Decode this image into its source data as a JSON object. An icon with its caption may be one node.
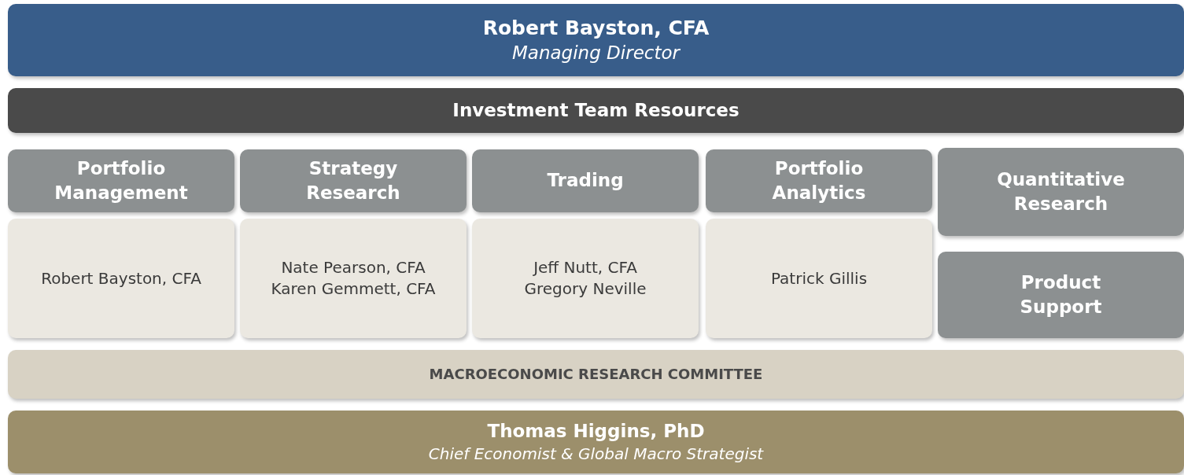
{
  "diagram": {
    "nodes": [
      {
        "text": [
          "Robert Bayston, CFA",
          "Managing Director"
        ]
      },
      {
        "text": [
          "Investment Team Resources"
        ]
      },
      {
        "text": [
          "Portfolio Management"
        ]
      },
      {
        "text": [
          "Robert Bayston, CFA"
        ]
      },
      {
        "text": [
          "Strategy Research"
        ]
      },
      {
        "text": [
          "Nate Pearson, CFA",
          "Karen Gemmett, CFA"
        ]
      },
      {
        "text": [
          "Trading"
        ]
      },
      {
        "text": [
          "Jeff Nutt, CFA",
          "Gregory Neville"
        ]
      },
      {
        "text": [
          "Portfolio Analytics"
        ]
      },
      {
        "text": [
          "Patrick Gillis"
        ]
      },
      {
        "text": [
          "Quantitative Research"
        ]
      },
      {
        "text": [
          "Product Support"
        ]
      },
      {
        "text": [
          "MACROECONOMIC RESEARCH COMMITTEE"
        ]
      },
      {
        "text": [
          "Thomas Higgins, PhD",
          "Chief Economist & Global Macro Strategist"
        ]
      }
    ]
  }
}
